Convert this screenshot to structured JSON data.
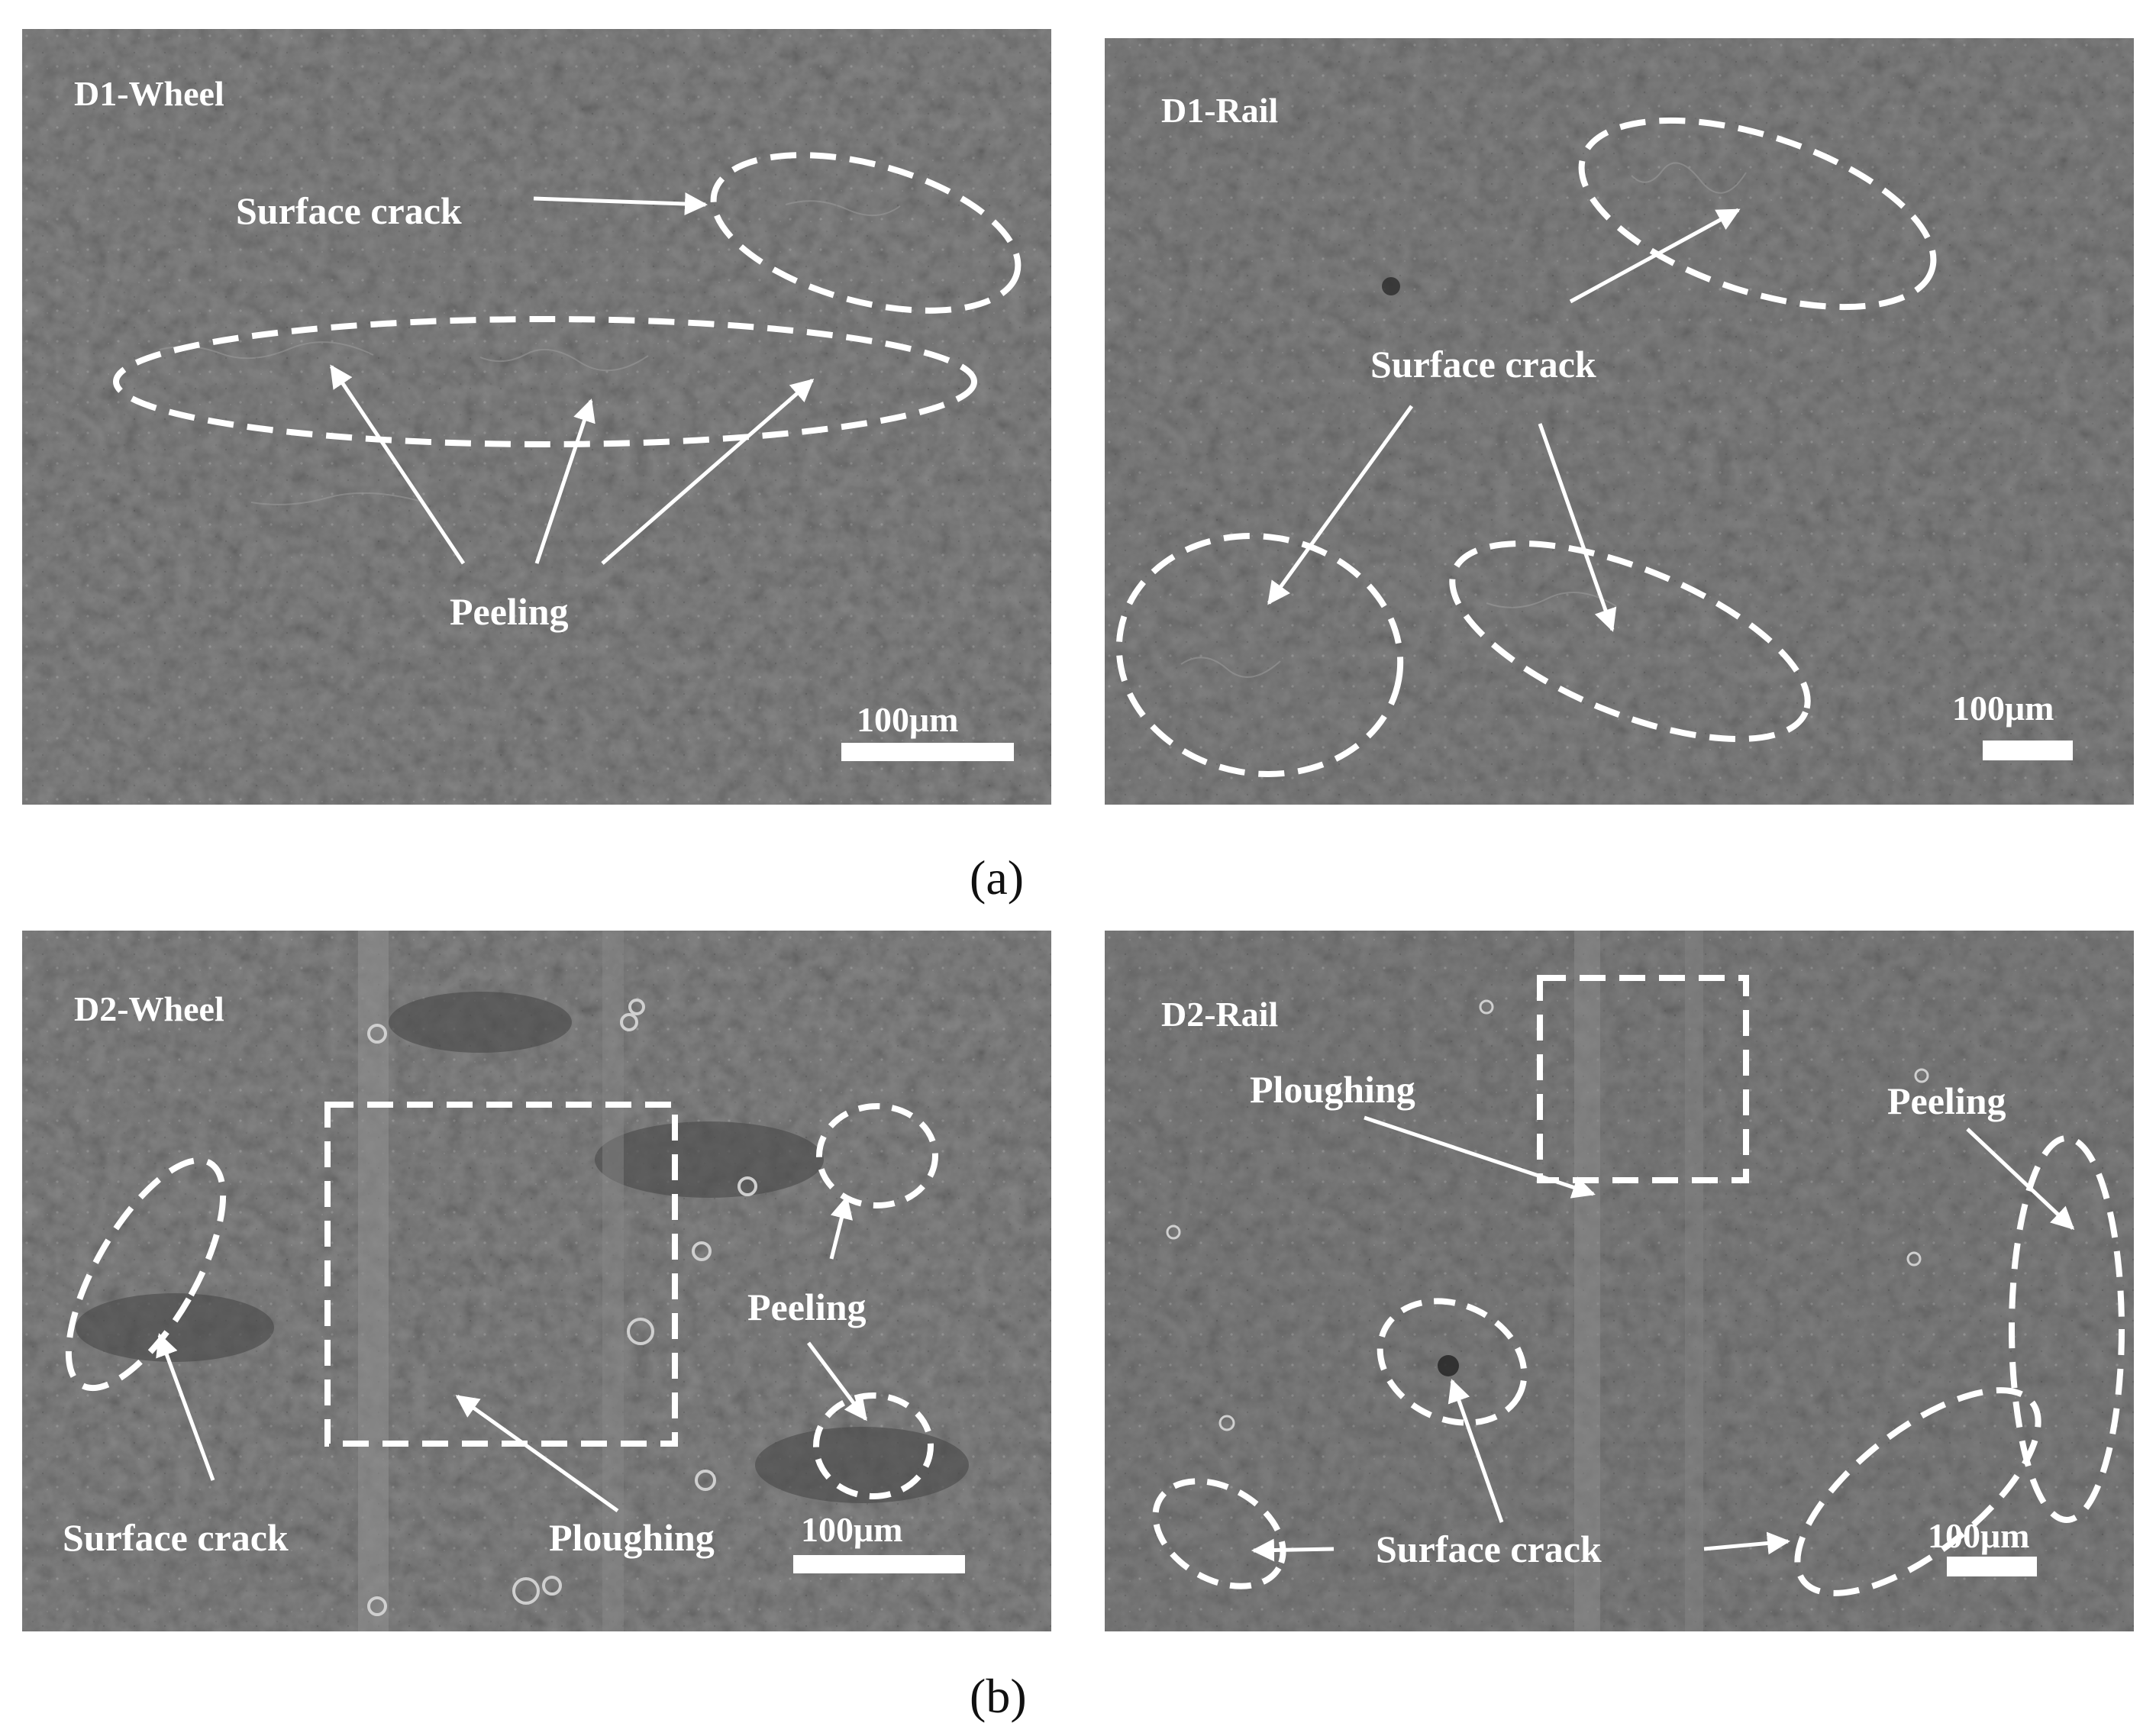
{
  "colors": {
    "annotation": "#ffffff",
    "sem_base": "#5f5f5f",
    "background": "#ffffff"
  },
  "panels": {
    "d1_wheel": {
      "title": "D1-Wheel",
      "surface_crack": "Surface crack",
      "peeling": "Peeling",
      "scale": "100μm"
    },
    "d1_rail": {
      "title": "D1-Rail",
      "surface_crack": "Surface crack",
      "scale": "100μm"
    },
    "d2_wheel": {
      "title": "D2-Wheel",
      "peeling": "Peeling",
      "surface_crack": "Surface crack",
      "ploughing": "Ploughing",
      "scale": "100μm"
    },
    "d2_rail": {
      "title": "D2-Rail",
      "ploughing": "Ploughing",
      "peeling": "Peeling",
      "surface_crack": "Surface crack",
      "scale": "100μm"
    }
  },
  "sublabels": {
    "a": "(a)",
    "b": "(b)"
  }
}
